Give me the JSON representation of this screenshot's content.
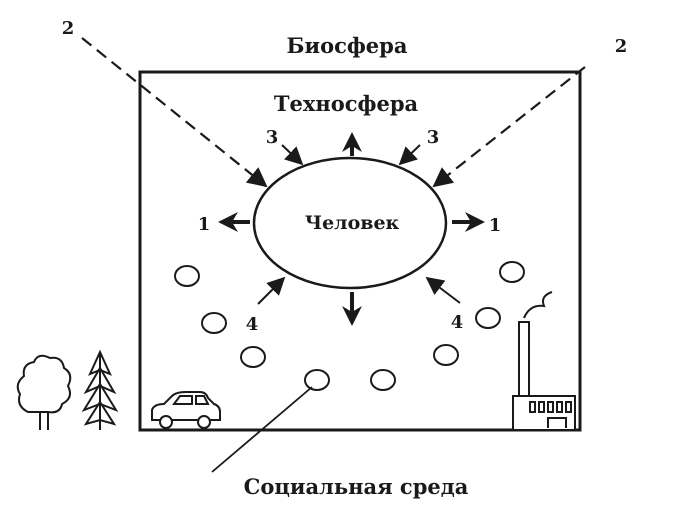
{
  "labels": {
    "biosphere": "Биосфера",
    "technosphere": "Техносфера",
    "human": "Человек",
    "social_environment": "Социальная среда"
  },
  "markers": {
    "m1_left": "1",
    "m1_right": "1",
    "m2_left": "2",
    "m2_right": "2",
    "m3_left": "3",
    "m3_right": "3",
    "m4_left": "4",
    "m4_right": "4"
  },
  "icons": [
    "tree-icon",
    "fir-tree-icon",
    "car-icon",
    "factory-icon"
  ]
}
